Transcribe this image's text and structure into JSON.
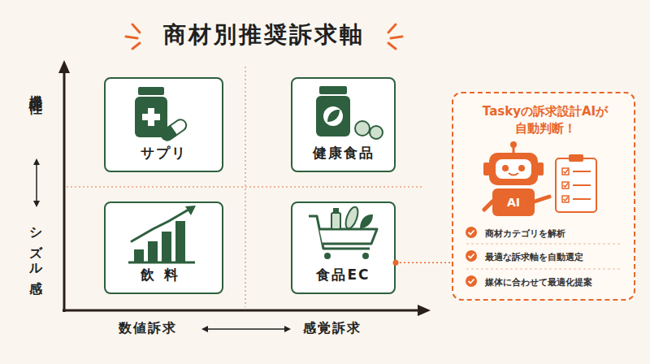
{
  "diagram": {
    "title": "商材別推奨訴求軸",
    "nodes": [
      {
        "text": [
          "サプリ"
        ]
      },
      {
        "text": [
          "健康食品"
        ]
      },
      {
        "text": [
          "飲料"
        ]
      },
      {
        "text": [
          "食品EC"
        ]
      },
      {
        "text": [
          "Taskyの訴求設計AIが 自動判断！",
          "商材カテゴリを解析",
          "最適な訴求軸を自動選定",
          "媒体に合わせて最適化提案"
        ]
      }
    ],
    "edges": [
      {
        "from": 3,
        "to": 4,
        "arrow": "none"
      }
    ],
    "labels": [
      "機能性",
      "シズル感",
      "数値訴求",
      "感覚訴求",
      "AI"
    ]
  }
}
